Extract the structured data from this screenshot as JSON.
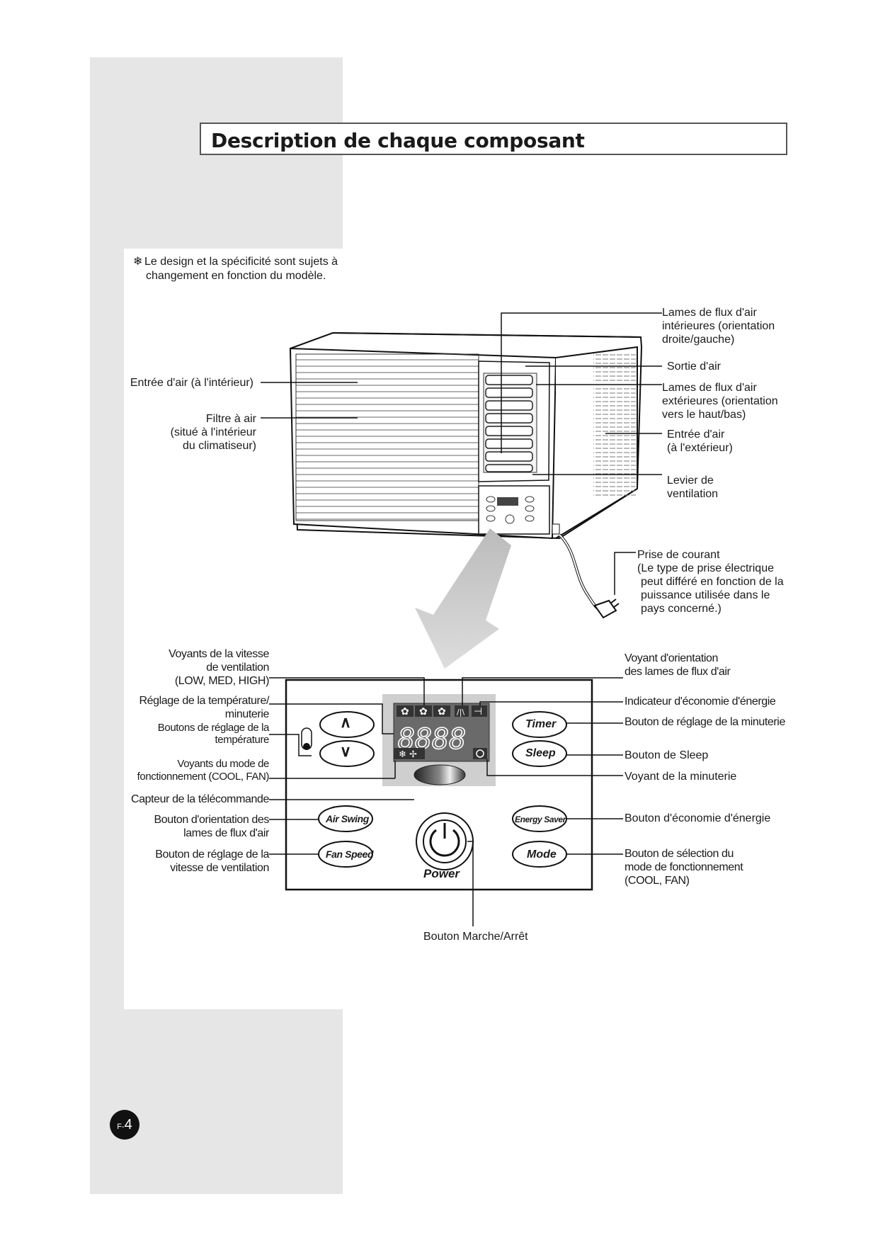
{
  "title": "Description de chaque composant",
  "note": {
    "symbol": "❄",
    "line1": "Le design et la spécificité sont sujets à",
    "line2": "changement en fonction du modèle."
  },
  "unit_labels": {
    "entree_air_interieur": "Entrée d'air (à l'intérieur)",
    "filtre": [
      "Filtre à air",
      "(situé à l'intérieur",
      "du climatiseur)"
    ],
    "lames_interieures": [
      "Lames de flux d'air",
      "intérieures (orientation",
      "droite/gauche)"
    ],
    "sortie_air": "Sortie d'air",
    "lames_exterieures": [
      "Lames de flux d'air",
      "extérieures (orientation",
      "vers le haut/bas)"
    ],
    "entree_air_exterieur": [
      "Entrée d'air",
      "(à l'extérieur)"
    ],
    "levier": [
      "Levier de",
      "ventilation"
    ],
    "prise": [
      "Prise de courant",
      "(Le type de prise électrique",
      "peut différé en fonction de la",
      "puissance utilisée dans le",
      "pays concerné.)"
    ]
  },
  "panel_labels_left": {
    "voyants_vitesse": [
      "Voyants de la vitesse",
      "de ventilation",
      "(LOW, MED, HIGH)"
    ],
    "reglage_temp": [
      "Réglage de la température/",
      "minuterie"
    ],
    "boutons_temp": [
      "Boutons de réglage de la",
      "température"
    ],
    "voyants_mode": [
      "Voyants du mode de",
      "fonctionnement (COOL, FAN)"
    ],
    "capteur": "Capteur de la télécommande",
    "orientation": [
      "Bouton d'orientation des",
      "lames de flux d'air"
    ],
    "vitesse": [
      "Bouton de réglage de la",
      "vitesse de ventilation"
    ]
  },
  "panel_labels_right": {
    "voyant_orientation": [
      "Voyant d'orientation",
      "des lames de flux d'air"
    ],
    "indicateur_energie": "Indicateur d'économie d'énergie",
    "reglage_minuterie": "Bouton de réglage de la minuterie",
    "sleep": "Bouton de Sleep",
    "voyant_minuterie": "Voyant de la minuterie",
    "economie": "Bouton d'économie d'énergie",
    "mode": [
      "Bouton de sélection du",
      "mode de fonctionnement",
      "(COOL, FAN)"
    ]
  },
  "panel_bottom_label": "Bouton Marche/Arrêt",
  "panel_buttons": {
    "up": "∧",
    "down": "∨",
    "timer": "Timer",
    "sleep": "Sleep",
    "air_swing": "Air Swing",
    "fan_speed": "Fan Speed",
    "energy_saver": "Energy Saver",
    "mode": "Mode",
    "power": "Power"
  },
  "display_digits": [
    "8",
    "8",
    "8",
    "8"
  ],
  "page": {
    "prefix": "F-",
    "number": "4"
  }
}
